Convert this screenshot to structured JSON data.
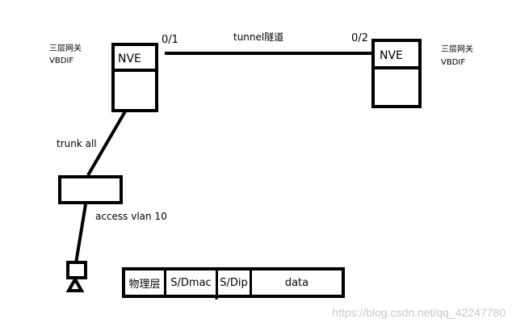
{
  "left_gateway": {
    "title": "三层网关",
    "subtitle": "VBDIF",
    "nve_label": "NVE",
    "port": "0/1"
  },
  "right_gateway": {
    "title": "三层网关",
    "subtitle": "VBDIF",
    "nve_label": "NVE",
    "port": "0/2"
  },
  "tunnel_label": "tunnel隧道",
  "trunk_label": "trunk all",
  "access_label": "access vlan 10",
  "frame_fields": [
    "物理层",
    "S/Dmac",
    "S/Dip",
    "data"
  ],
  "watermark": "https://blog.csdn.net/qq_42247780"
}
